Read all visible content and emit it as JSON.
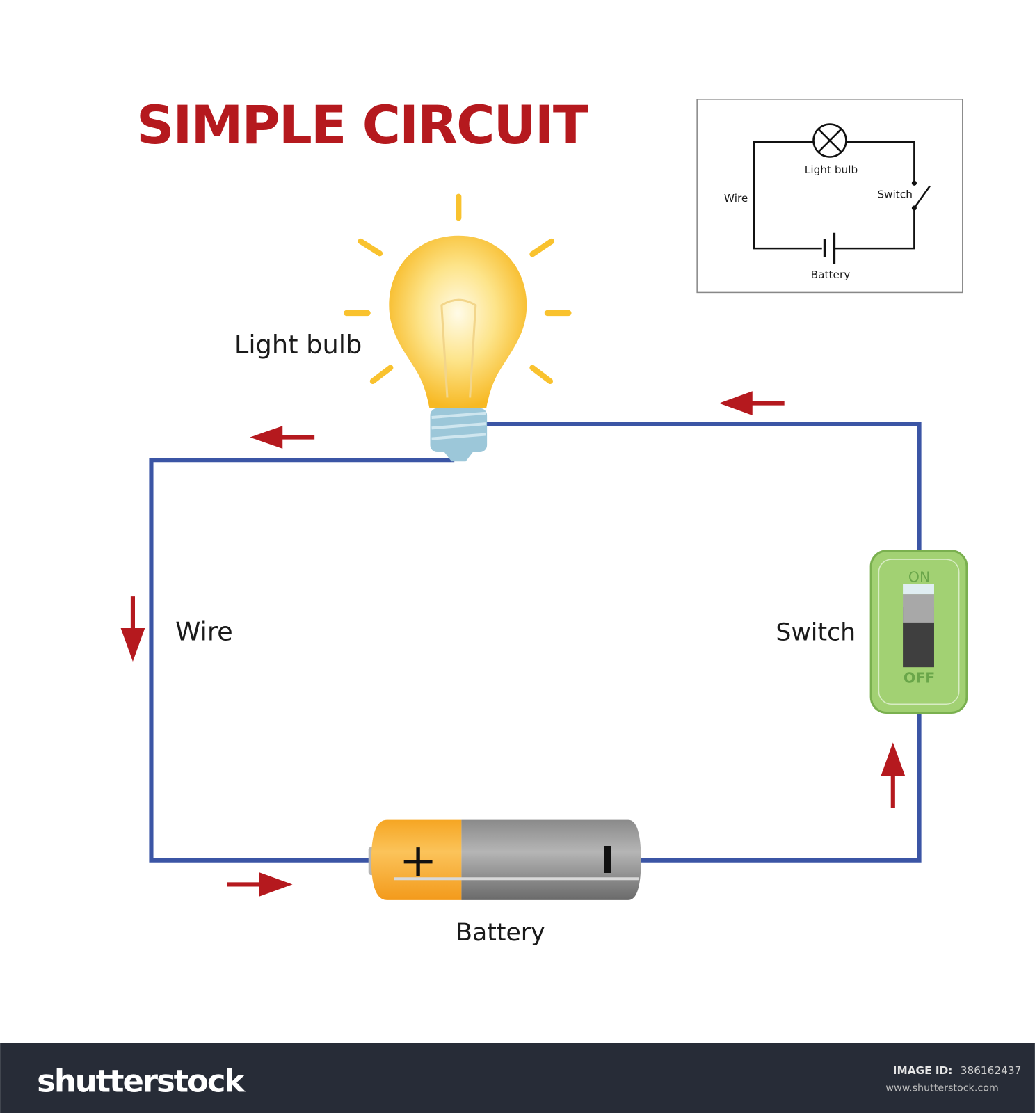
{
  "title": "SIMPLE CIRCUIT",
  "labels": {
    "light_bulb": "Light bulb",
    "wire": "Wire",
    "switch": "Switch",
    "battery": "Battery"
  },
  "battery_terminals": {
    "positive": "+",
    "negative": "I"
  },
  "switch_states": {
    "on": "ON",
    "off": "OFF"
  },
  "schematic": {
    "light_bulb": "Light bulb",
    "wire": "Wire",
    "switch": "Switch",
    "battery": "Battery"
  },
  "footer": {
    "brand": "shutterstock",
    "image_id_label": "IMAGE ID:",
    "image_id": "386162437",
    "url": "www.shutterstock.com"
  },
  "colors": {
    "title": "#b5191e",
    "wire": "#3b55a5",
    "arrow": "#b5191e",
    "bulb": "#f9c22e",
    "switch": "#9fcf6f",
    "footer_bg": "#272c37"
  }
}
